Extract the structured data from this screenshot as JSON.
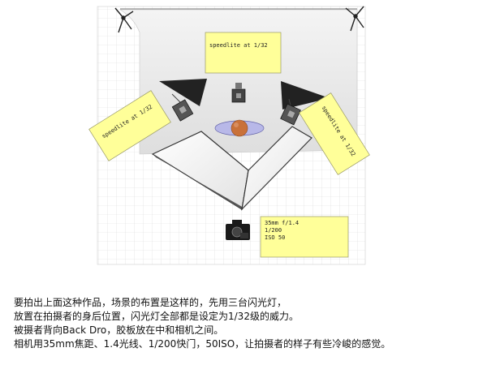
{
  "diagram": {
    "labels": {
      "top_speedlite": "speedlite at 1/32",
      "left_speedlite": "speedlite at 1/32",
      "right_speedlite": "speedlite at 1/32",
      "camera_settings": [
        "35mm f/1.4",
        "1/200",
        "ISO 50"
      ]
    },
    "colors": {
      "note_fill": "#ffff99",
      "note_stroke": "#999966",
      "grid_line": "#d9d9d9",
      "backdrop_fill": "#e6e6e6",
      "softbox_fill": "#222222",
      "subject_fill": "#c9713a",
      "disc_fill": "#b8b8e8"
    }
  },
  "caption": {
    "lines": [
      "要拍出上面这种作品，场景的布置是这样的，先用三台闪光灯，",
      "放置在拍摄者的身后位置，闪光灯全部都是设定为1/32级的威力。",
      "被摄者背向Back Dro，胶板放在中和相机之间。",
      "相机用35mm焦距、1.4光线、1/200快门，50ISO，让拍摄者的样子有些冷峻的感觉。"
    ]
  }
}
